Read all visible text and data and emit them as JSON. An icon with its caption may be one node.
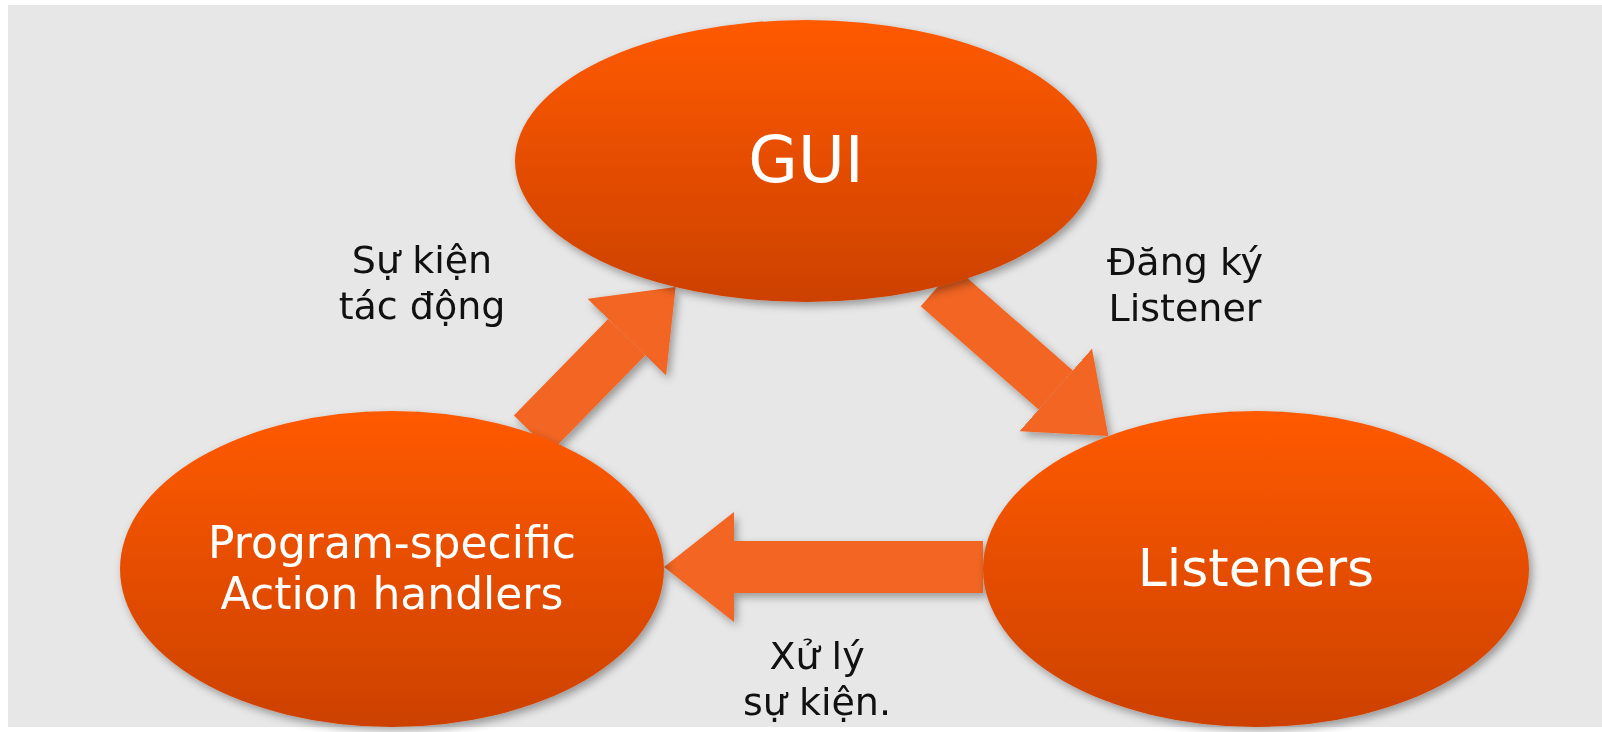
{
  "diagram": {
    "nodes": [
      {
        "text": [
          "GUI"
        ]
      },
      {
        "text": [
          "Listeners"
        ]
      },
      {
        "text": [
          "Program-specific Action handlers"
        ]
      }
    ],
    "edges": [
      {
        "from": 2,
        "to": 0,
        "arrow": "to",
        "label": "Sự kiện tác động"
      },
      {
        "from": 0,
        "to": 1,
        "arrow": "to",
        "label": "Đăng ký Listener"
      },
      {
        "from": 1,
        "to": 2,
        "arrow": "to",
        "label": "Xử lý sự kiện."
      }
    ]
  }
}
